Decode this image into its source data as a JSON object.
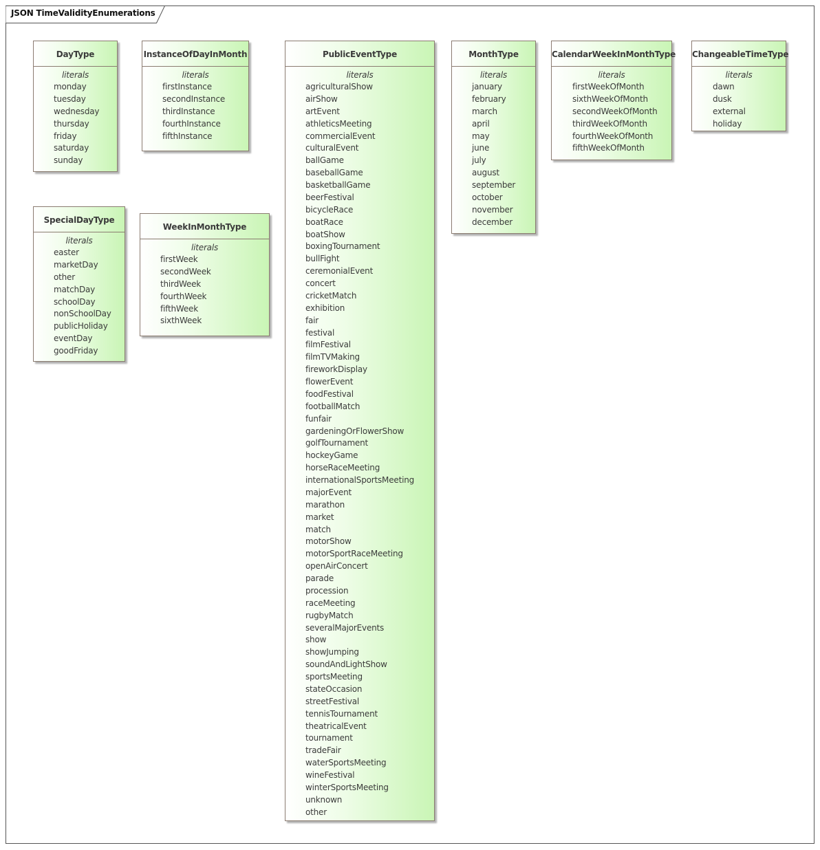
{
  "diagram_title": "JSON TimeValidityEnumerations",
  "section_label": "literals",
  "enums": {
    "DayType": {
      "name": "DayType",
      "literals": [
        "monday",
        "tuesday",
        "wednesday",
        "thursday",
        "friday",
        "saturday",
        "sunday"
      ]
    },
    "InstanceOfDayInMonth": {
      "name": "InstanceOfDayInMonth",
      "literals": [
        "firstInstance",
        "secondInstance",
        "thirdInstance",
        "fourthInstance",
        "fifthInstance"
      ]
    },
    "PublicEventType": {
      "name": "PublicEventType",
      "literals": [
        "agriculturalShow",
        "airShow",
        "artEvent",
        "athleticsMeeting",
        "commercialEvent",
        "culturalEvent",
        "ballGame",
        "baseballGame",
        "basketballGame",
        "beerFestival",
        "bicycleRace",
        "boatRace",
        "boatShow",
        "boxingTournament",
        "bullFight",
        "ceremonialEvent",
        "concert",
        "cricketMatch",
        "exhibition",
        "fair",
        "festival",
        "filmFestival",
        "filmTVMaking",
        "fireworkDisplay",
        "flowerEvent",
        "foodFestival",
        "footballMatch",
        "funfair",
        "gardeningOrFlowerShow",
        "golfTournament",
        "hockeyGame",
        "horseRaceMeeting",
        "internationalSportsMeeting",
        "majorEvent",
        "marathon",
        "market",
        "match",
        "motorShow",
        "motorSportRaceMeeting",
        "openAirConcert",
        "parade",
        "procession",
        "raceMeeting",
        "rugbyMatch",
        "severalMajorEvents",
        "show",
        "showJumping",
        "soundAndLightShow",
        "sportsMeeting",
        "stateOccasion",
        "streetFestival",
        "tennisTournament",
        "theatricalEvent",
        "tournament",
        "tradeFair",
        "waterSportsMeeting",
        "wineFestival",
        "winterSportsMeeting",
        "unknown",
        "other"
      ]
    },
    "MonthType": {
      "name": "MonthType",
      "literals": [
        "january",
        "february",
        "march",
        "april",
        "may",
        "june",
        "july",
        "august",
        "september",
        "october",
        "november",
        "december"
      ]
    },
    "CalendarWeekInMonthType": {
      "name": "CalendarWeekInMonthType",
      "literals": [
        "firstWeekOfMonth",
        "sixthWeekOfMonth",
        "secondWeekOfMonth",
        "thirdWeekOfMonth",
        "fourthWeekOfMonth",
        "fifthWeekOfMonth"
      ]
    },
    "ChangeableTimeType": {
      "name": "ChangeableTimeType",
      "literals": [
        "dawn",
        "dusk",
        "external",
        "holiday"
      ]
    },
    "SpecialDayType": {
      "name": "SpecialDayType",
      "literals": [
        "easter",
        "marketDay",
        "other",
        "matchDay",
        "schoolDay",
        "nonSchoolDay",
        "publicHoliday",
        "eventDay",
        "goodFriday"
      ]
    },
    "WeekInMonthType": {
      "name": "WeekInMonthType",
      "literals": [
        "firstWeek",
        "secondWeek",
        "thirdWeek",
        "fourthWeek",
        "fifthWeek",
        "sixthWeek"
      ]
    }
  }
}
